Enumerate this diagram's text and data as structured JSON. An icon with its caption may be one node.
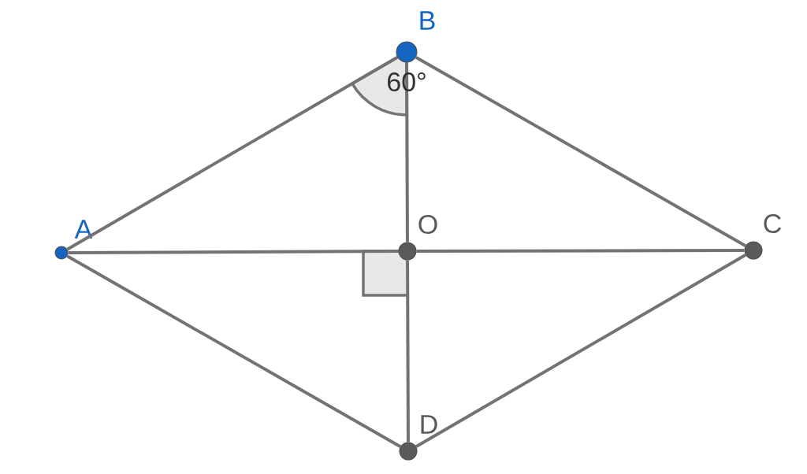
{
  "diagram": {
    "nodes": [
      {
        "text": [
          "A"
        ]
      },
      {
        "text": [
          "B"
        ]
      },
      {
        "text": [
          "C"
        ]
      },
      {
        "text": [
          "D"
        ]
      },
      {
        "text": [
          "O"
        ]
      }
    ],
    "edges": [
      {
        "from": 0,
        "to": 1,
        "arrow": "none"
      },
      {
        "from": 1,
        "to": 2,
        "arrow": "none"
      },
      {
        "from": 2,
        "to": 3,
        "arrow": "none"
      },
      {
        "from": 3,
        "to": 0,
        "arrow": "none"
      },
      {
        "from": 0,
        "to": 4,
        "arrow": "none"
      },
      {
        "from": 4,
        "to": 2,
        "arrow": "none"
      },
      {
        "from": 1,
        "to": 4,
        "arrow": "none"
      },
      {
        "from": 4,
        "to": 3,
        "arrow": "none"
      }
    ],
    "labels": [
      "60°"
    ]
  }
}
